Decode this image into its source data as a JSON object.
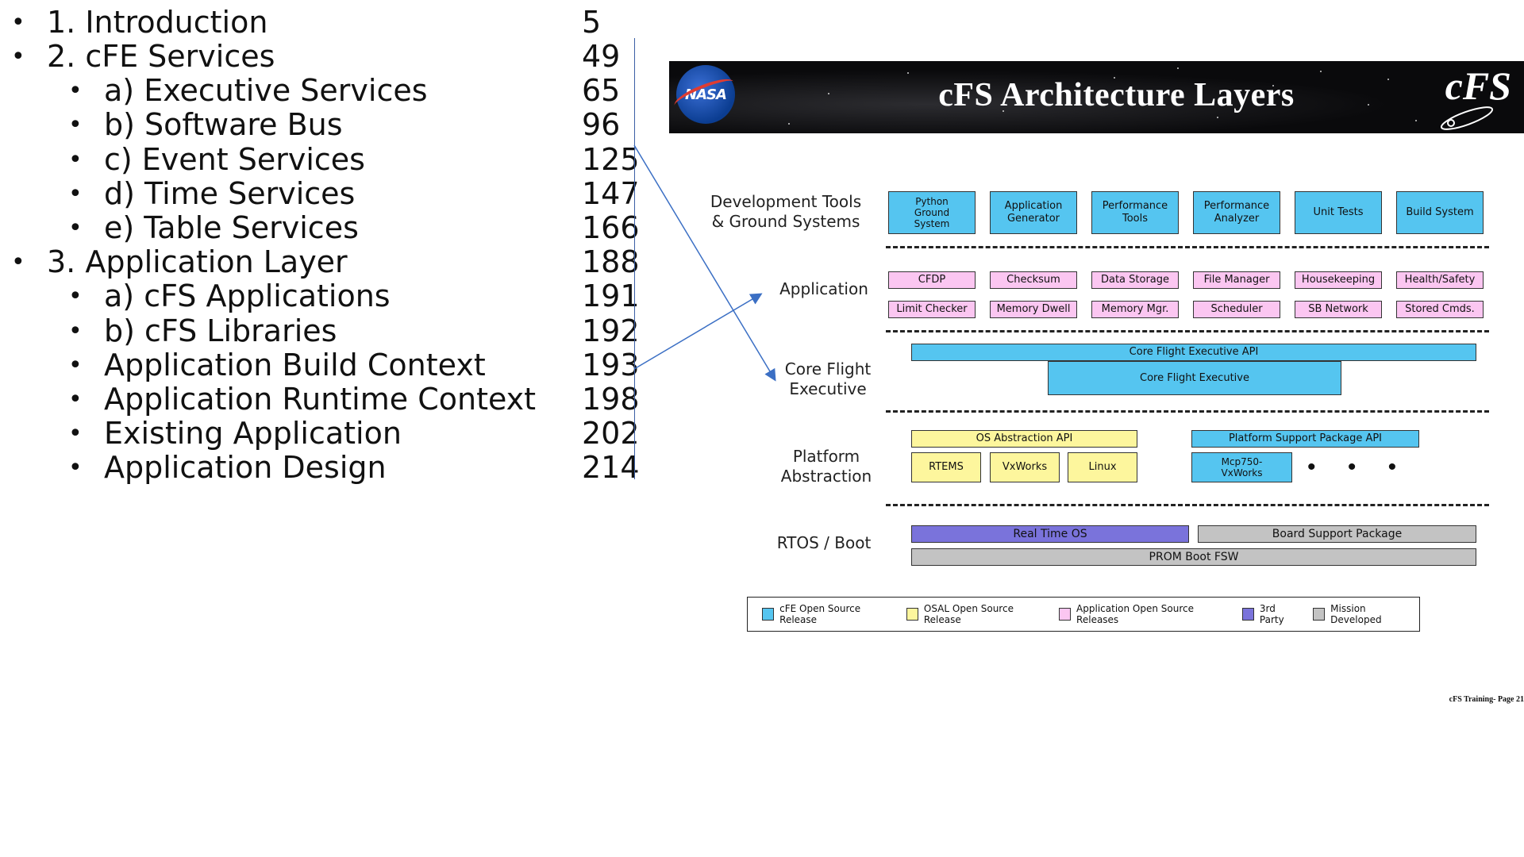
{
  "toc": [
    {
      "level": 1,
      "label": "1. Introduction",
      "page": "5"
    },
    {
      "level": 1,
      "label": "2. cFE Services",
      "page": "49"
    },
    {
      "level": 2,
      "label": "a) Executive Services",
      "page": "65"
    },
    {
      "level": 2,
      "label": "b) Software Bus",
      "page": "96"
    },
    {
      "level": 2,
      "label": "c) Event Services",
      "page": "125"
    },
    {
      "level": 2,
      "label": "d) Time Services",
      "page": "147"
    },
    {
      "level": 2,
      "label": "e) Table Services",
      "page": "166"
    },
    {
      "level": 1,
      "label": "3. Application Layer",
      "page": "188"
    },
    {
      "level": 2,
      "label": "a) cFS Applications",
      "page": "191"
    },
    {
      "level": 2,
      "label": "b) cFS Libraries",
      "page": "192"
    },
    {
      "level": 2,
      "label": "Application Build Context",
      "page": "193"
    },
    {
      "level": 2,
      "label": "Application Runtime Context",
      "page": "198"
    },
    {
      "level": 2,
      "label": "Existing Application",
      "page": "202"
    },
    {
      "level": 2,
      "label": "Application Design",
      "page": "214"
    }
  ],
  "toc_bullet": "•",
  "slide": {
    "title": "cFS Architecture Layers",
    "nasa_logo_text": "NASA",
    "cfs_logo_text": "cFS",
    "footer": "cFS Training- Page 21",
    "layer_labels": {
      "dev_tools": "Development Tools\n& Ground Systems",
      "application": "Application",
      "core_flight": "Core Flight\nExecutive",
      "platform": "Platform\nAbstraction",
      "rtos": "RTOS / Boot"
    },
    "dev_tools": [
      "Python\nGround\nSystem",
      "Application\nGenerator",
      "Performance\nTools",
      "Performance\nAnalyzer",
      "Unit Tests",
      "Build System"
    ],
    "apps_row1": [
      "CFDP",
      "Checksum",
      "Data Storage",
      "File Manager",
      "Housekeeping",
      "Health/Safety"
    ],
    "apps_row2": [
      "Limit Checker",
      "Memory Dwell",
      "Memory Mgr.",
      "Scheduler",
      "SB Network",
      "Stored Cmds."
    ],
    "cfe_api": "Core Flight Executive API",
    "cfe": "Core Flight Executive",
    "osal_api": "OS Abstraction API",
    "osal_impl": [
      "RTEMS",
      "VxWorks",
      "Linux"
    ],
    "psp_api": "Platform Support Package API",
    "psp_impl": "Mcp750-\nVxWorks",
    "psp_more": "• • •",
    "rtos": "Real Time OS",
    "bsp": "Board Support Package",
    "prom": "PROM Boot FSW",
    "legend": [
      {
        "label": "cFE Open Source Release",
        "color": "#55c5f0"
      },
      {
        "label": "OSAL Open Source Release",
        "color": "#fdf69d"
      },
      {
        "label": "Application Open Source Releases",
        "color": "#fbc6f1"
      },
      {
        "label": "3rd Party",
        "color": "#7a73db"
      },
      {
        "label": "Mission Developed",
        "color": "#c3c3c3"
      }
    ]
  },
  "colors": {
    "cfe": "#55c5f0",
    "osal": "#fdf69d",
    "app": "#fbc6f1",
    "third_party": "#7a73db",
    "mission": "#c3c3c3",
    "arrow": "#3b6fc4"
  }
}
